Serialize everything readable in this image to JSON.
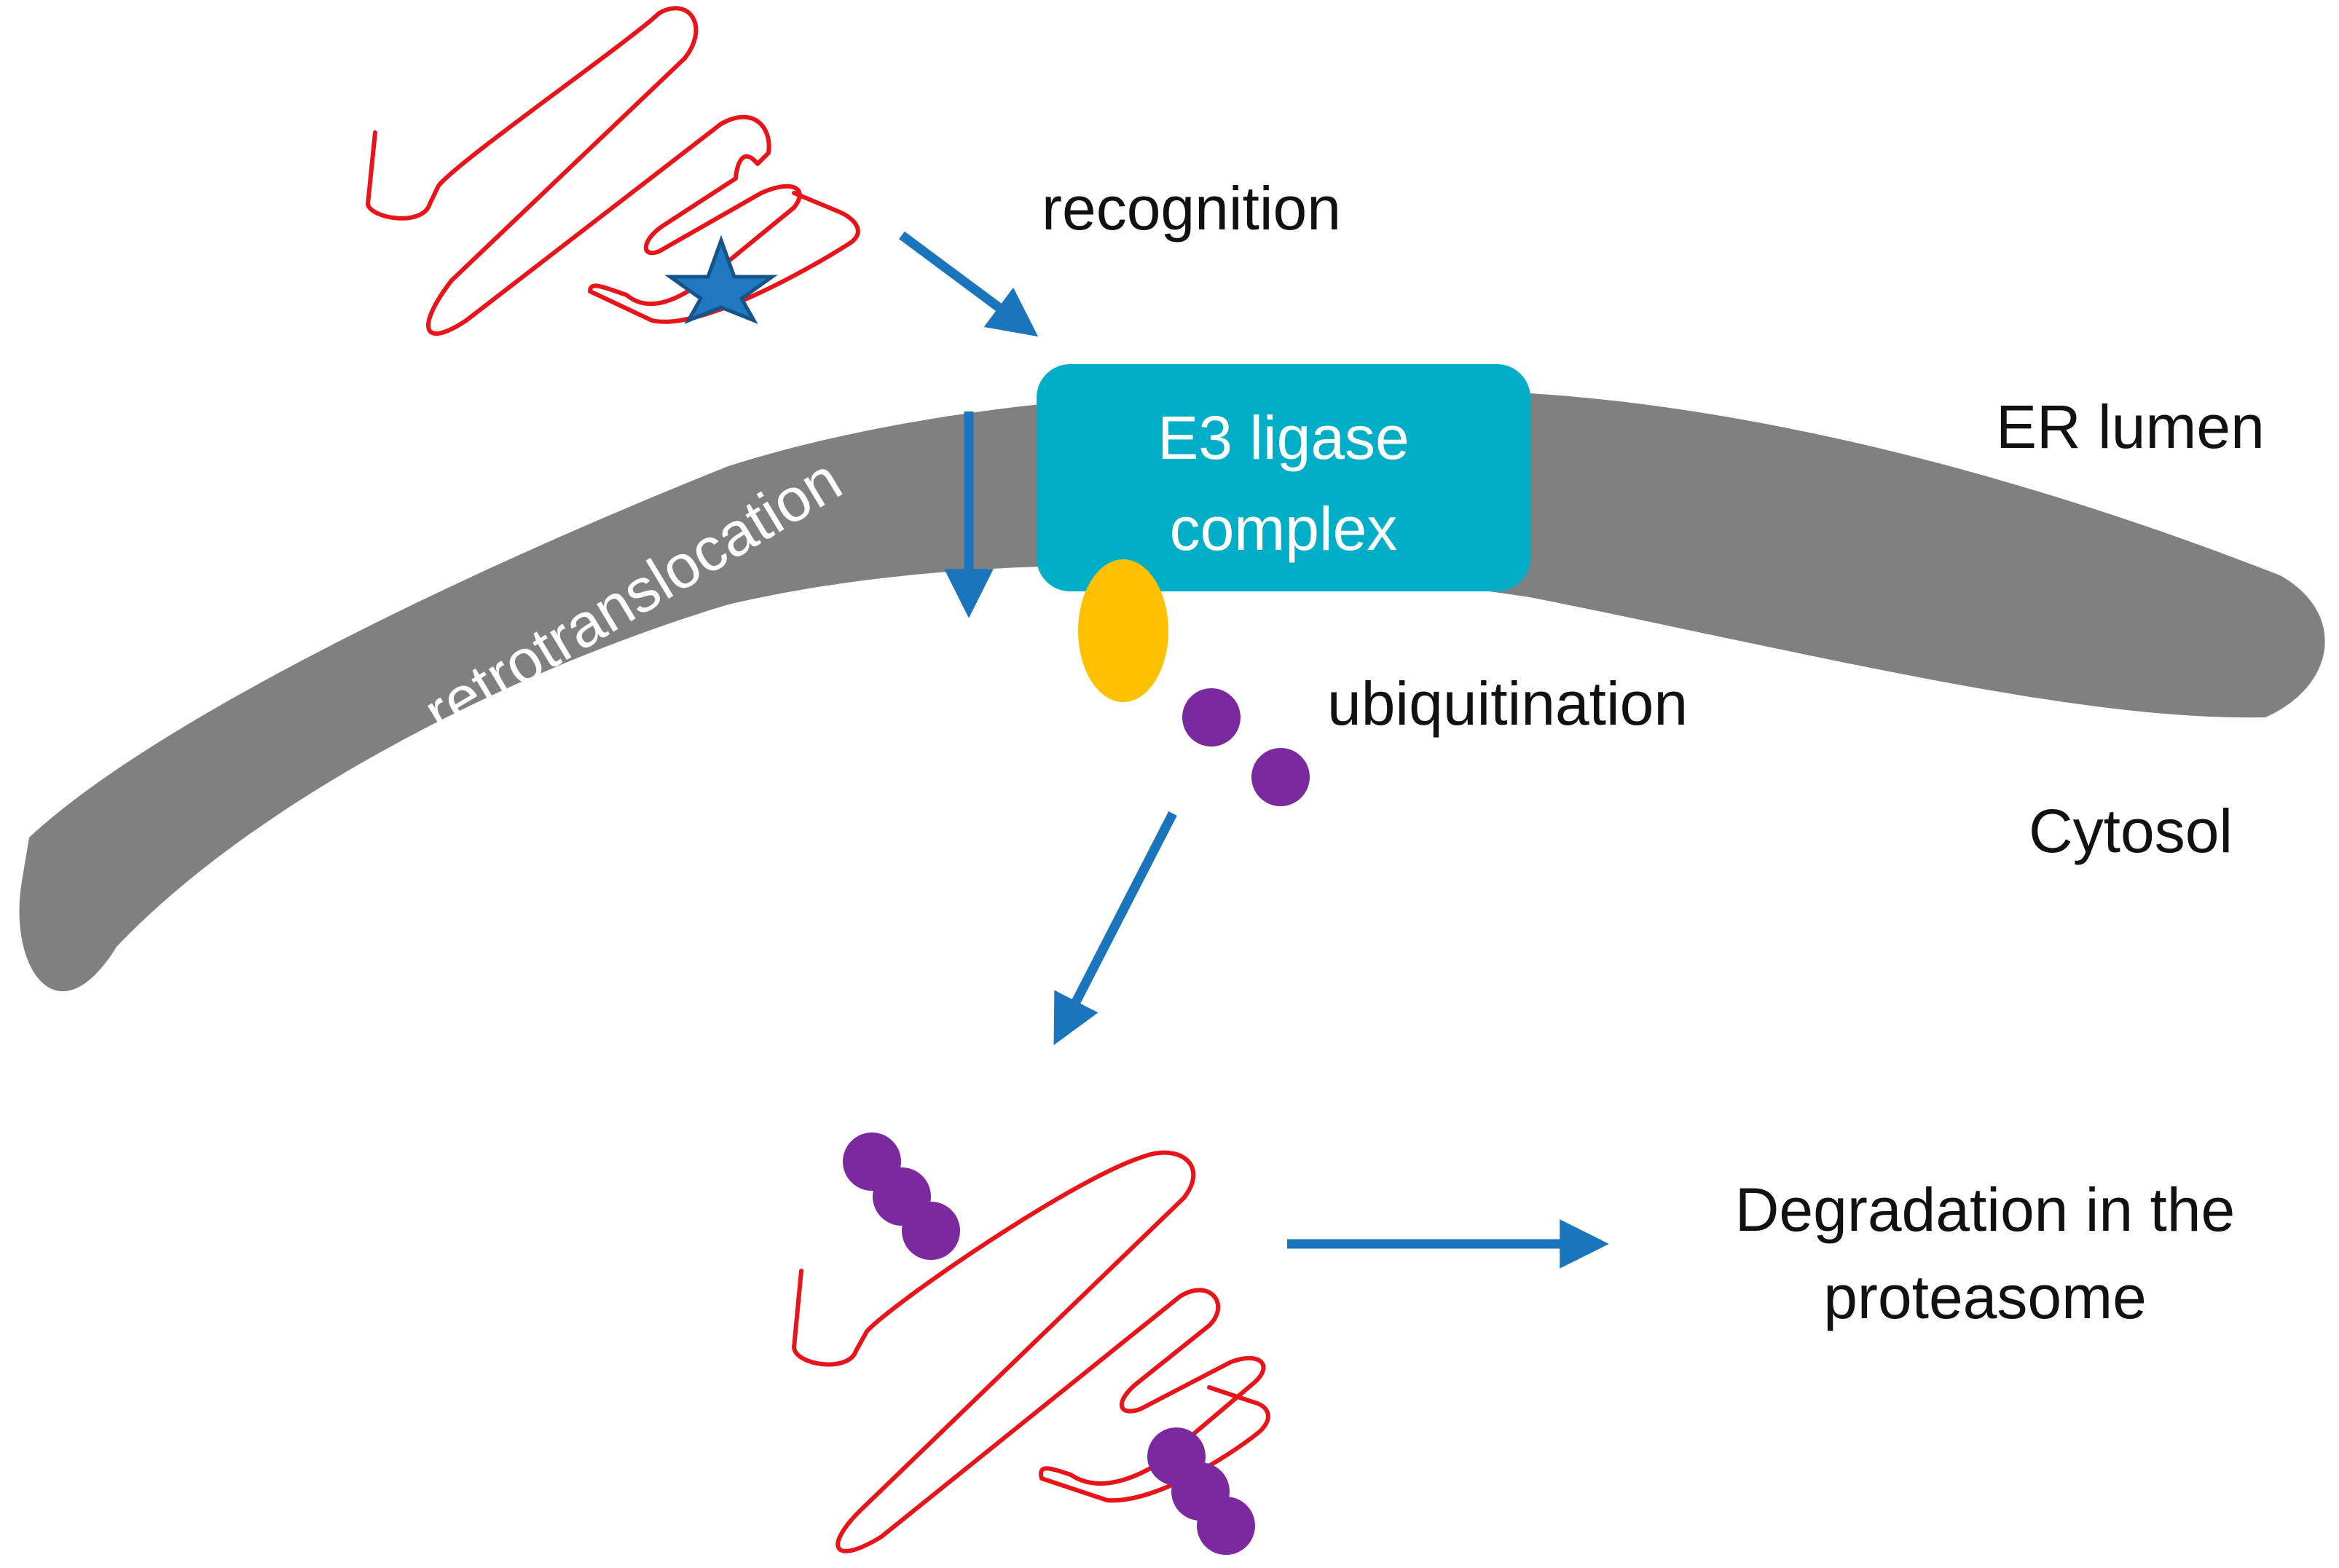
{
  "labels": {
    "recognition": "recognition",
    "e3_line1": "E3 ligase",
    "e3_line2": "complex",
    "er_lumen": "ER lumen",
    "retrotranslocation": "retrotranslocation",
    "ubiquitination": "ubiquitination",
    "cytosol": "Cytosol",
    "degradation_line1": "Degradation in the",
    "degradation_line2": "proteasome"
  },
  "colors": {
    "membrane": "#808080",
    "e3_complex": "#00AEC7",
    "protein_chain": "#E8141A",
    "misfold_star": "#1F78C0",
    "arrow": "#1B75BC",
    "e2_enzyme": "#FFC000",
    "ubiquitin": "#7A2A9E",
    "text": "#111111",
    "text_on_dark": "#FFFFFF"
  }
}
